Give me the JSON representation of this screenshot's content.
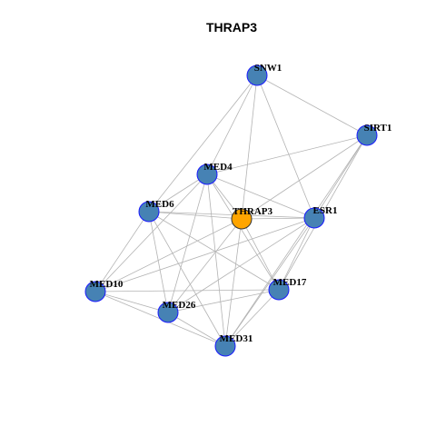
{
  "title": "THRAP3",
  "colors": {
    "node_fill": "#4682b4",
    "node_stroke": "#1a1aff",
    "center_fill": "#ffa500",
    "center_stroke": "#333333",
    "edge": "#b3b3b3"
  },
  "network": {
    "center": "THRAP3",
    "nodes": [
      "SNW1",
      "SIRT1",
      "MED4",
      "MED6",
      "THRAP3",
      "ESR1",
      "MED10",
      "MED17",
      "MED26",
      "MED31"
    ],
    "edges": [
      [
        "SNW1",
        "SIRT1"
      ],
      [
        "SNW1",
        "MED4"
      ],
      [
        "SNW1",
        "MED6"
      ],
      [
        "SNW1",
        "THRAP3"
      ],
      [
        "SNW1",
        "ESR1"
      ],
      [
        "SIRT1",
        "MED4"
      ],
      [
        "SIRT1",
        "THRAP3"
      ],
      [
        "SIRT1",
        "ESR1"
      ],
      [
        "SIRT1",
        "MED17"
      ],
      [
        "SIRT1",
        "MED31"
      ],
      [
        "MED4",
        "MED6"
      ],
      [
        "MED4",
        "THRAP3"
      ],
      [
        "MED4",
        "ESR1"
      ],
      [
        "MED4",
        "MED10"
      ],
      [
        "MED4",
        "MED26"
      ],
      [
        "MED4",
        "MED17"
      ],
      [
        "MED4",
        "MED31"
      ],
      [
        "MED6",
        "THRAP3"
      ],
      [
        "MED6",
        "ESR1"
      ],
      [
        "MED6",
        "MED10"
      ],
      [
        "MED6",
        "MED26"
      ],
      [
        "MED6",
        "MED17"
      ],
      [
        "MED6",
        "MED31"
      ],
      [
        "THRAP3",
        "ESR1"
      ],
      [
        "THRAP3",
        "MED10"
      ],
      [
        "THRAP3",
        "MED26"
      ],
      [
        "THRAP3",
        "MED17"
      ],
      [
        "THRAP3",
        "MED31"
      ],
      [
        "ESR1",
        "MED10"
      ],
      [
        "ESR1",
        "MED26"
      ],
      [
        "ESR1",
        "MED17"
      ],
      [
        "ESR1",
        "MED31"
      ],
      [
        "MED10",
        "MED26"
      ],
      [
        "MED10",
        "MED17"
      ],
      [
        "MED10",
        "MED31"
      ],
      [
        "MED26",
        "MED17"
      ],
      [
        "MED26",
        "MED31"
      ],
      [
        "MED17",
        "MED31"
      ]
    ]
  }
}
